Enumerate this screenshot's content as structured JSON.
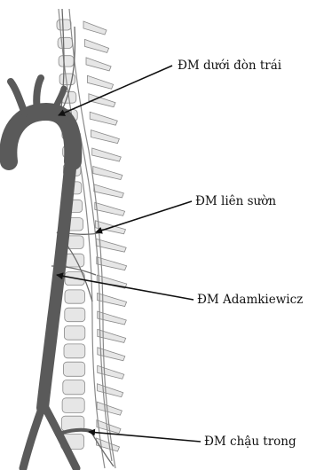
{
  "labels": [
    {
      "id": "left-subclavian-artery",
      "text": "ĐM dưới đòn trái"
    },
    {
      "id": "intercostal-artery",
      "text": "ĐM liên sườn"
    },
    {
      "id": "adamkiewicz-artery",
      "text": "ĐM Adamkiewicz"
    },
    {
      "id": "internal-iliac-artery",
      "text": "ĐM chậu trong"
    }
  ],
  "colors": {
    "aorta": "#5a5a5a",
    "bone_fill": "#e6e6e6",
    "bone_stroke": "#8a8a8a",
    "leader_line": "#111111",
    "text": "#111111"
  }
}
